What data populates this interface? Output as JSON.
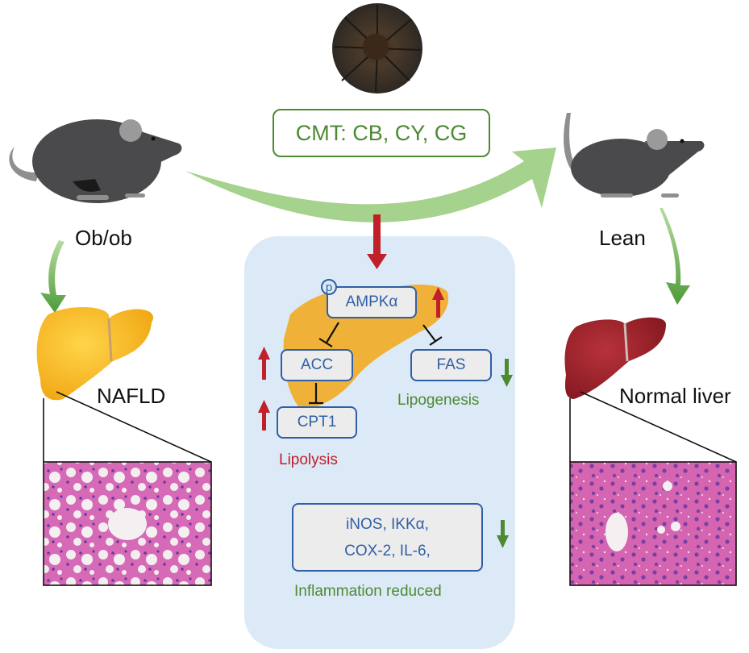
{
  "treatment": {
    "label": "CMT: CB, CY, CG",
    "image": "citrus-tea-ball"
  },
  "left_group": {
    "mouse_label": "Ob/ob",
    "liver_label": "NAFLD",
    "liver_color": "#f2b01e",
    "histology": "fatty-liver-histology"
  },
  "right_group": {
    "mouse_label": "Lean",
    "liver_label": "Normal liver",
    "liver_color": "#9e1f24",
    "histology": "normal-liver-histology"
  },
  "mechanism": {
    "phospho_marker": "p",
    "nodes": {
      "ampk": "AMPKα",
      "acc": "ACC",
      "fas": "FAS",
      "cpt1": "CPT1"
    },
    "lipolysis_label": "Lipolysis",
    "lipogenesis_label": "Lipogenesis",
    "inflammation_box_line1": "iNOS, IKKα,",
    "inflammation_box_line2": "COX-2, IL-6,",
    "inflammation_label": "Inflammation reduced"
  },
  "colors": {
    "panel_bg": "#dceaf7",
    "node_border": "#2f5fa6",
    "up_arrow": "#c0202a",
    "down_arrow": "#4d8a32",
    "flow_arrow": "#a5d28c",
    "treatment_green": "#4d8a32"
  }
}
